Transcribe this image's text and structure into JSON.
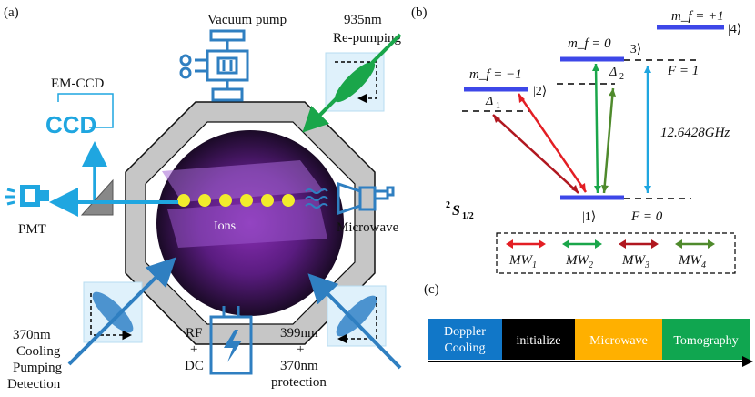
{
  "panels": {
    "a": "(a)",
    "b": "(b)",
    "c": "(c)"
  },
  "setup": {
    "vacuum_pump": "Vacuum pump",
    "repump_wavelength": "935nm",
    "repump_label": "Re-pumping",
    "emccd": "EM-CCD",
    "ccd_text": "CCD",
    "pmt": "PMT",
    "ions": "Ions",
    "microwave": "Microwave",
    "beam_370_lines": [
      "370nm",
      "Cooling",
      "Pumping",
      "Detection"
    ],
    "rf_dc_lines": [
      "RF",
      "+",
      "DC"
    ],
    "beam_399_lines": [
      "399nm",
      "+",
      "370nm",
      "protection"
    ]
  },
  "levels": {
    "mf_minus": "m_f = −1",
    "mf_zero": "m_f = 0",
    "mf_plus": "m_f = +1",
    "ket1": "|1⟩",
    "ket2": "|2⟩",
    "ket3": "|3⟩",
    "ket4": "|4⟩",
    "F1": "F = 1",
    "F0": "F = 0",
    "delta1": "Δ",
    "delta1_sub": "1",
    "delta2": "Δ",
    "delta2_sub": "2",
    "splitting": "12.6428GHz",
    "ground_state_main": "S",
    "ground_state_sup": "2",
    "ground_state_sub": "1/2"
  },
  "legend": [
    {
      "label": "MW",
      "sub": "1",
      "color": "#e31e24"
    },
    {
      "label": "MW",
      "sub": "2",
      "color": "#1aa64a"
    },
    {
      "label": "MW",
      "sub": "3",
      "color": "#b0171f"
    },
    {
      "label": "MW",
      "sub": "4",
      "color": "#4f8a2c"
    }
  ],
  "timeline": [
    {
      "label": "Doppler Cooling",
      "lines": [
        "Doppler",
        "Cooling"
      ],
      "color": "#1177c8",
      "text_color": "#ffffff"
    },
    {
      "label": "initialize",
      "lines": [
        "initialize"
      ],
      "color": "#000000",
      "text_color": "#ffffff"
    },
    {
      "label": "Microwave",
      "lines": [
        "Microwave"
      ],
      "color": "#ffb000",
      "text_color": "#ffffff"
    },
    {
      "label": "Tomography",
      "lines": [
        "Tomography"
      ],
      "color": "#10a650",
      "text_color": "#ffffff"
    }
  ],
  "colors": {
    "device_blue": "#2f7fc1",
    "cyan": "#1fa6e0",
    "green_beam": "#1aa64a",
    "level_blue": "#3d47e8",
    "chamber_gray": "#c6c6c6"
  }
}
